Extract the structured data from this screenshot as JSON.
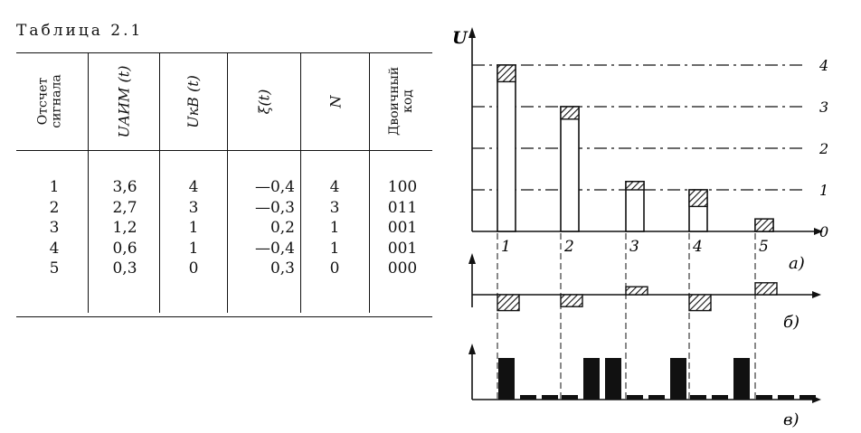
{
  "table": {
    "caption": "Таблица 2.1",
    "headers": [
      {
        "line1": "Отсчет",
        "line2": "сигнала"
      },
      {
        "line1": "UАИМ (t)",
        "line2": ""
      },
      {
        "line1": "UкВ (t)",
        "line2": ""
      },
      {
        "line1": "ξ(t)",
        "line2": ""
      },
      {
        "line1": "N",
        "line2": ""
      },
      {
        "line1": "Двоичный",
        "line2": "код"
      }
    ],
    "columns": [
      [
        "1",
        "2",
        "3",
        "4",
        "5"
      ],
      [
        "3,6",
        "2,7",
        "1,2",
        "0,6",
        "0,3"
      ],
      [
        "4",
        "3",
        "1",
        "1",
        "0"
      ],
      [
        "—0,4",
        "—0,3",
        "0,2",
        "—0,4",
        "0,3"
      ],
      [
        "4",
        "3",
        "1",
        "1",
        "0"
      ],
      [
        "100",
        "011",
        "001",
        "001",
        "000"
      ]
    ]
  },
  "chart_data": {
    "type": "bar",
    "y_axis_label": "U",
    "level_labels": [
      "4",
      "3",
      "2",
      "1",
      "0"
    ],
    "sample_labels": [
      "1",
      "2",
      "3",
      "4",
      "5"
    ],
    "samples": [
      {
        "label": "1",
        "u_aim": 3.6,
        "u_kv": 4,
        "error": -0.4
      },
      {
        "label": "2",
        "u_aim": 2.7,
        "u_kv": 3,
        "error": -0.3
      },
      {
        "label": "3",
        "u_aim": 1.2,
        "u_kv": 1,
        "error": 0.2
      },
      {
        "label": "4",
        "u_aim": 0.6,
        "u_kv": 1,
        "error": -0.4
      },
      {
        "label": "5",
        "u_aim": 0.3,
        "u_kv": 0,
        "error": 0.3
      }
    ],
    "binary_codes": [
      "100",
      "011",
      "001",
      "001",
      "000"
    ],
    "panel_labels": [
      "a)",
      "б)",
      "в)"
    ]
  }
}
